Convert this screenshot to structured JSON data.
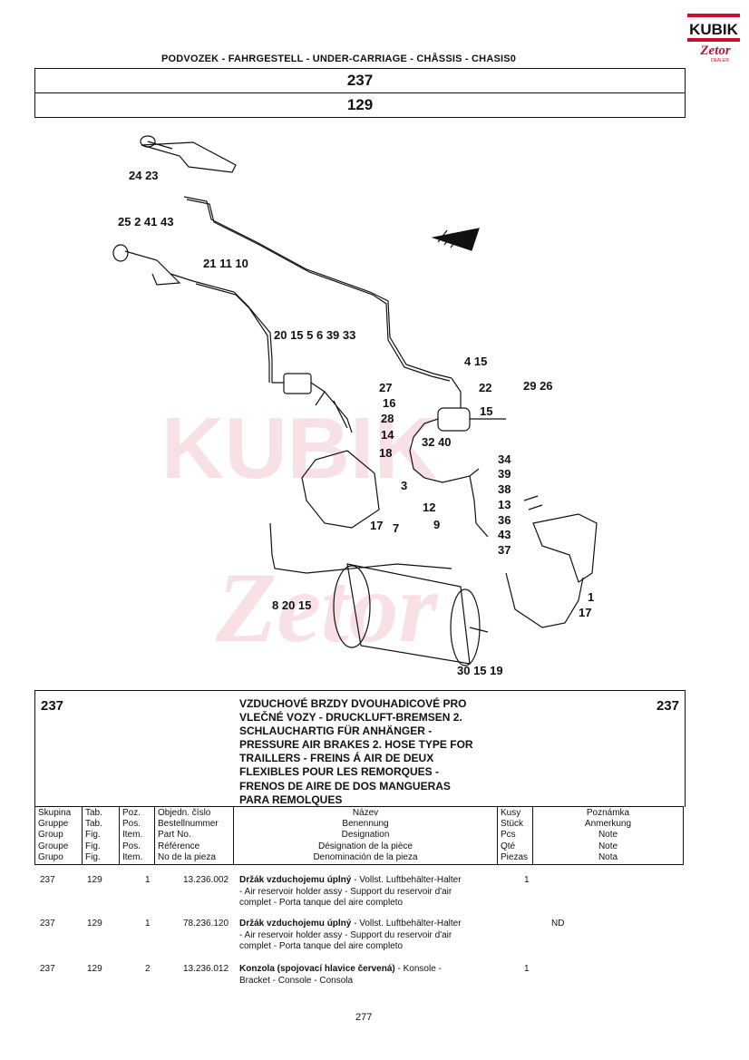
{
  "logo": {
    "brand": "KUBIK",
    "sub": "Zetor",
    "sub2": "DEALER"
  },
  "header_line": "PODVOZEK - FAHRGESTELL - UNDER-CARRIAGE - CHÅSSIS - CHASIS0",
  "group_no": "237",
  "figure_no": "129",
  "diagram_labels": [
    "24 23",
    "25 2 41 43",
    "21 11 10",
    "20 15 5 6 39 33",
    "4 15",
    "22",
    "27",
    "16",
    "29 26",
    "28",
    "14",
    "32 40",
    "15",
    "18",
    "3",
    "34",
    "39",
    "38",
    "13",
    "12",
    "9",
    "36",
    "43",
    "37",
    "17",
    "7",
    "1",
    "17",
    "8 20 15",
    "30 15 19"
  ],
  "info": {
    "group_left": "237",
    "group_right": "237",
    "title_lines": [
      "VZDUCHOVÉ BRZDY DVOUHADICOVÉ PRO",
      "VLEČNÉ VOZY - DRUCKLUFT-BREMSEN 2.",
      "SCHLAUCHARTIG FÜR ANHÄNGER -",
      "PRESSURE AIR BRAKES 2. HOSE TYPE FOR",
      "TRAILLERS - FREINS Á AIR DE DEUX",
      "FLEXIBLES POUR LES REMORQUES -",
      "FRENOS DE AIRE DE DOS MANGUERAS",
      "PARA REMOLQUES"
    ]
  },
  "columns": [
    [
      "Skupina",
      "Gruppe",
      "Group",
      "Groupe",
      "Grupo"
    ],
    [
      "Tab.",
      "Tab.",
      "Fig.",
      "Fig.",
      "Fig."
    ],
    [
      "Poz.",
      "Pos.",
      "Item.",
      "Pos.",
      "Item."
    ],
    [
      "Objedn. číslo",
      "Bestellnummer",
      "Part No.",
      "Référence",
      "No de la pieza"
    ],
    [
      "Název",
      "Benennung",
      "Designation",
      "Désignation de la pièce",
      "Denominación de la pieza"
    ],
    [
      "Kusy",
      "Stück",
      "Pcs",
      "Qté",
      "Piezas"
    ],
    [
      "Poznámka",
      "Anmerkung",
      "Note",
      "Note",
      "Nota"
    ]
  ],
  "rows": [
    {
      "group": "237",
      "tab": "129",
      "pos": "1",
      "part": "13.236.002",
      "name_bold": "Držák vzduchojemu úplný",
      "name_rest": " - Vollst. Luftbehälter-Halter",
      "lines": [
        "- Air reservoir holder  assy - Support du reservoir d'air",
        "complet - Porta tanque del aire completo"
      ],
      "qty": "1",
      "note": ""
    },
    {
      "group": "237",
      "tab": "129",
      "pos": "1",
      "part": "78.236.120",
      "name_bold": "Držák vzduchojemu úplný",
      "name_rest": " - Vollst. Luftbehälter-Halter",
      "lines": [
        "- Air reservoir holder  assy - Support du reservoir d'air",
        "complet - Porta tanque del aire completo"
      ],
      "qty": "",
      "note": "ND"
    },
    {
      "group": "237",
      "tab": "129",
      "pos": "2",
      "part": "13.236.012",
      "name_bold": "Konzola (spojovací hlavice červená)",
      "name_rest": " - Konsole -",
      "lines": [
        "Bracket - Console - Consola"
      ],
      "qty": "1",
      "note": ""
    }
  ],
  "page_number": "277"
}
